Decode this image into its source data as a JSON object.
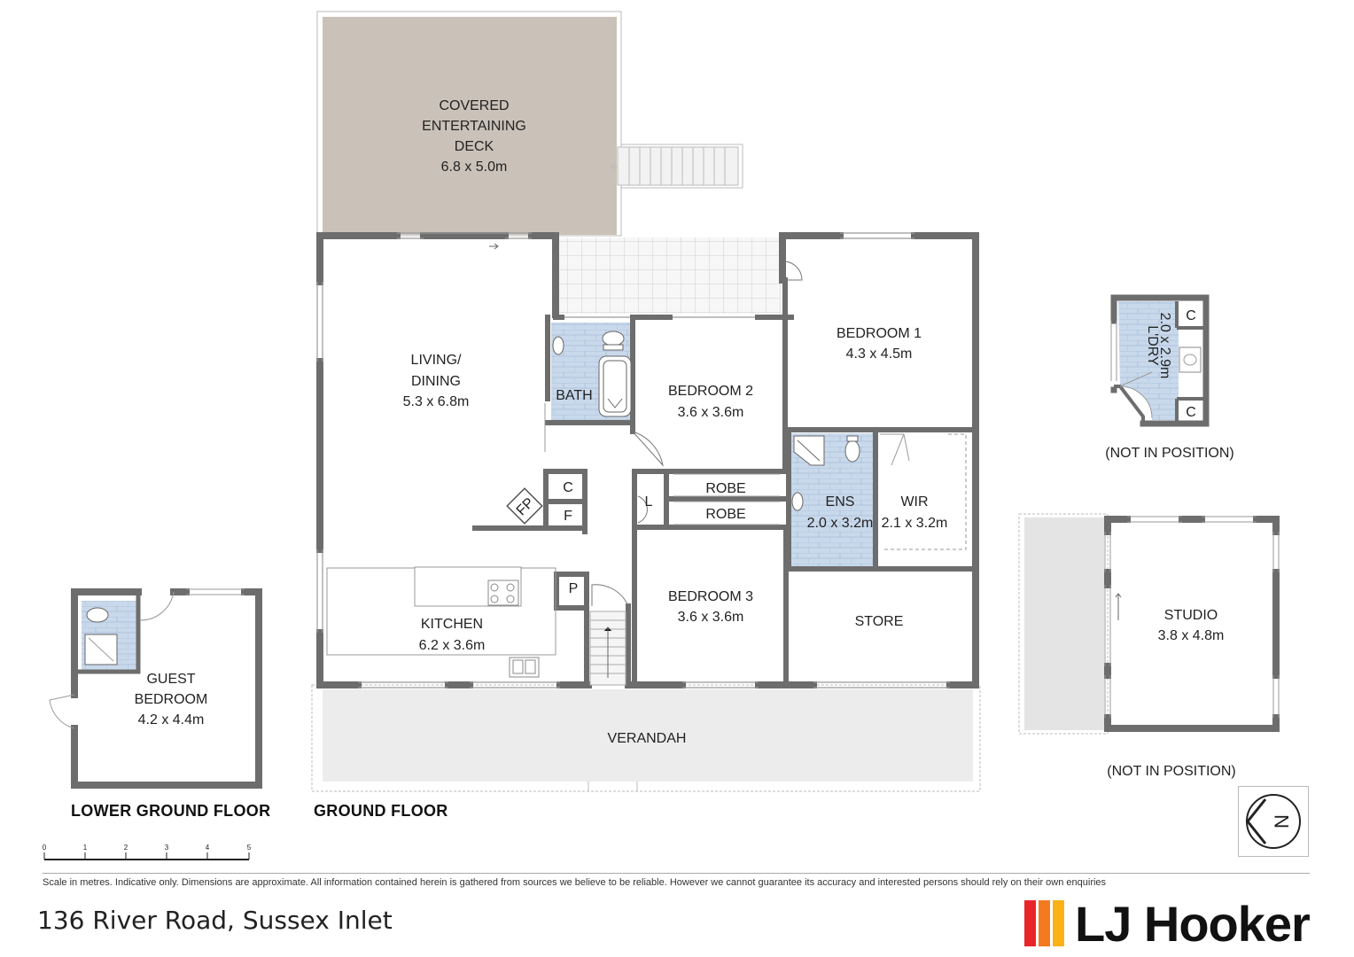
{
  "colors": {
    "wall": "#6d6d6d",
    "deck": "#cac2b8",
    "wet_area": "#c9d9ec",
    "tile_grid": "#eeeeee",
    "verandah": "#ececec",
    "brand_red": "#e8262a",
    "brand_orange": "#f47a20",
    "brand_yellow": "#fbb117"
  },
  "rooms": {
    "deck": {
      "name": [
        "COVERED",
        "ENTERTAINING",
        "DECK"
      ],
      "dims": "6.8 x 5.0m"
    },
    "living": {
      "name": [
        "LIVING/",
        "DINING"
      ],
      "dims": "5.3 x 6.8m"
    },
    "bath": {
      "name": "BATH"
    },
    "bed2": {
      "name": "BEDROOM 2",
      "dims": "3.6 x 3.6m"
    },
    "bed1": {
      "name": "BEDROOM 1",
      "dims": "4.3 x 4.5m"
    },
    "ens": {
      "name": "ENS",
      "dims": "2.0 x 3.2m"
    },
    "wir": {
      "name": "WIR",
      "dims": "2.1 x 3.2m"
    },
    "robe1": {
      "name": "ROBE"
    },
    "robe2": {
      "name": "ROBE"
    },
    "linen": {
      "name": "L"
    },
    "cupboard": {
      "name": "C"
    },
    "fridge": {
      "name": "F"
    },
    "fireplace": {
      "name": "FP"
    },
    "pantry": {
      "name": "P"
    },
    "kitchen": {
      "name": "KITCHEN",
      "dims": "6.2 x 3.6m"
    },
    "bed3": {
      "name": "BEDROOM 3",
      "dims": "3.6 x 3.6m"
    },
    "store": {
      "name": "STORE"
    },
    "verandah": {
      "name": "VERANDAH"
    },
    "guest": {
      "name": [
        "GUEST",
        "BEDROOM"
      ],
      "dims": "4.2 x 4.4m"
    },
    "laundry": {
      "name": "L'DRY",
      "dims": "2.0 x 2.9m",
      "c1": "C",
      "c2": "C"
    },
    "studio": {
      "name": "STUDIO",
      "dims": "3.8 x 4.8m"
    }
  },
  "notes": {
    "laundry_position": "(NOT IN POSITION)",
    "studio_position": "(NOT IN POSITION)"
  },
  "floors": {
    "lower": "LOWER GROUND FLOOR",
    "ground": "GROUND FLOOR"
  },
  "scale": {
    "ticks": [
      "0",
      "1",
      "2",
      "3",
      "4",
      "5"
    ]
  },
  "compass": {
    "letter": "N"
  },
  "footer": {
    "disclaimer": "Scale in metres. Indicative only. Dimensions are approximate. All information contained herein is gathered from sources we believe to be reliable. However we cannot guarantee its accuracy and interested persons should rely on their own enquiries",
    "address": "136 River Road, Sussex Inlet",
    "brand": "LJ Hooker"
  }
}
